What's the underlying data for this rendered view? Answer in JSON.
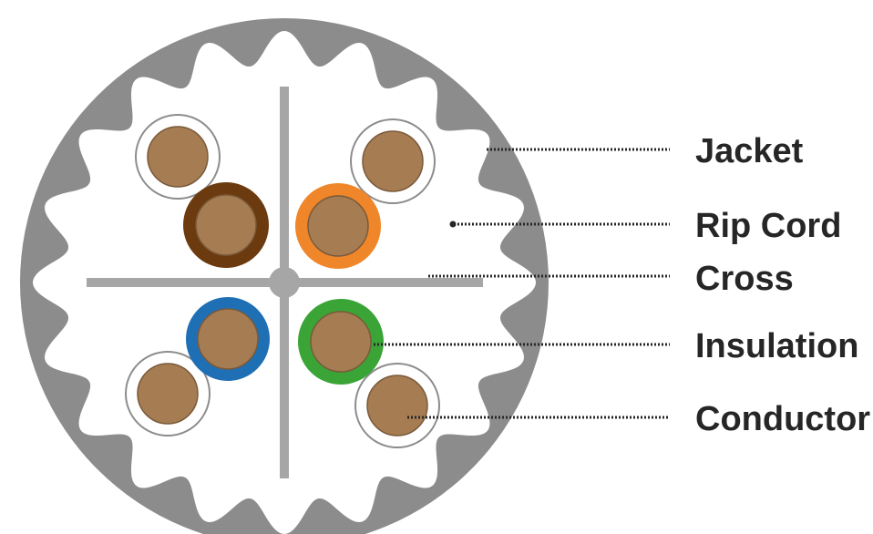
{
  "labels": {
    "jacket": "Jacket",
    "rip_cord": "Rip Cord",
    "cross": "Cross",
    "insulation": "Insulation",
    "conductor": "Conductor"
  },
  "colors": {
    "jacket": "#8c8c8c",
    "cross": "#a6a6a6",
    "conductor": "#a67c52",
    "conductor_outline": "#7a5a3a",
    "pair_white": "#ffffff",
    "pair_brown": "#6b3a0e",
    "pair_orange": "#f0862a",
    "pair_blue": "#1f6fb5",
    "pair_green": "#3aa436",
    "leader_line": "#262626"
  },
  "wires": [
    {
      "id": "white-top-left",
      "insulation": "white"
    },
    {
      "id": "brown",
      "insulation": "brown"
    },
    {
      "id": "white-top-right",
      "insulation": "white"
    },
    {
      "id": "orange",
      "insulation": "orange"
    },
    {
      "id": "blue",
      "insulation": "blue"
    },
    {
      "id": "white-bottom-left",
      "insulation": "white"
    },
    {
      "id": "green",
      "insulation": "green"
    },
    {
      "id": "white-bottom-right",
      "insulation": "white"
    }
  ]
}
